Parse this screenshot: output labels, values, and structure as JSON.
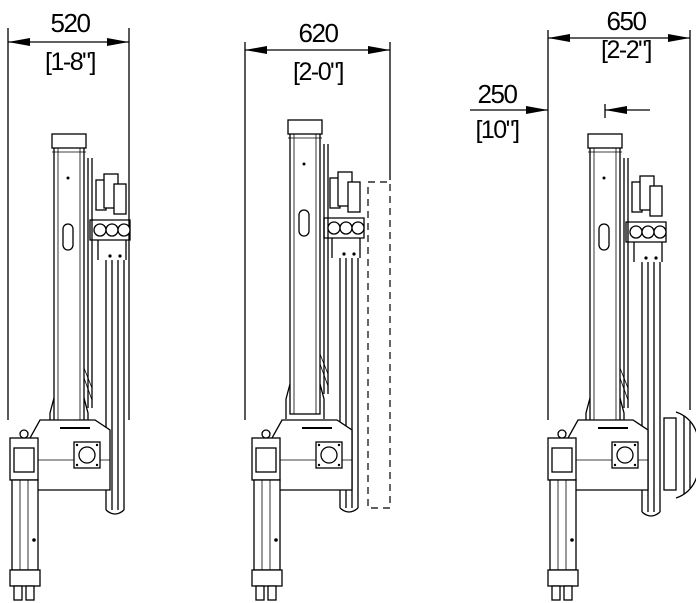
{
  "dimensions": [
    {
      "mm": "520",
      "imperial": "[1-8\"]"
    },
    {
      "mm": "620",
      "imperial": "[2-0\"]"
    },
    {
      "mm": "650",
      "imperial": "[2-2\"]"
    },
    {
      "mm": "250",
      "imperial": "[10\"]"
    }
  ]
}
